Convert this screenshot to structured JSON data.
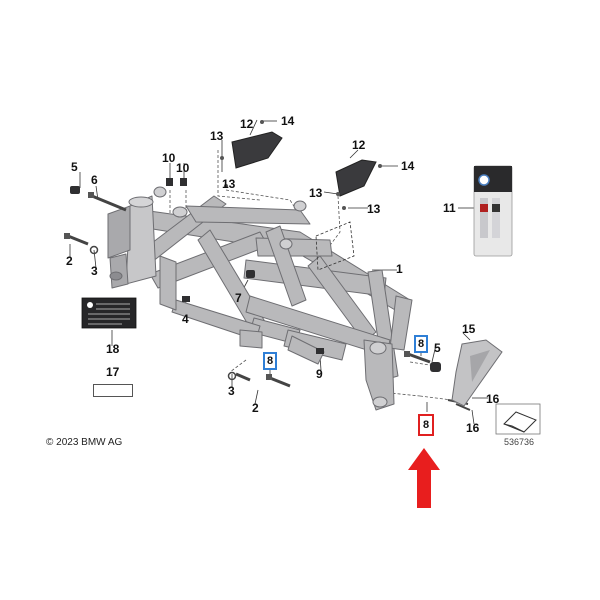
{
  "copyright": "© 2023 BMW AG",
  "diagram_id": "536736",
  "colors": {
    "frame": "#b9b9bb",
    "frame_dark": "#7d7d80",
    "highlight_blue": "#2f7fd6",
    "highlight_red": "#e02020",
    "arrow_red": "#e81e1e"
  },
  "part_labels": [
    {
      "key": "l1",
      "text": "1"
    },
    {
      "key": "l2a",
      "text": "2"
    },
    {
      "key": "l2b",
      "text": "2"
    },
    {
      "key": "l3a",
      "text": "3"
    },
    {
      "key": "l3b",
      "text": "3"
    },
    {
      "key": "l4",
      "text": "4"
    },
    {
      "key": "l5a",
      "text": "5"
    },
    {
      "key": "l5b",
      "text": "5"
    },
    {
      "key": "l6",
      "text": "6"
    },
    {
      "key": "l7",
      "text": "7"
    },
    {
      "key": "l9",
      "text": "9"
    },
    {
      "key": "l10a",
      "text": "10"
    },
    {
      "key": "l10b",
      "text": "10"
    },
    {
      "key": "l11",
      "text": "11"
    },
    {
      "key": "l12a",
      "text": "12"
    },
    {
      "key": "l12b",
      "text": "12"
    },
    {
      "key": "l13a",
      "text": "13"
    },
    {
      "key": "l13b",
      "text": "13"
    },
    {
      "key": "l13c",
      "text": "13"
    },
    {
      "key": "l13d",
      "text": "13"
    },
    {
      "key": "l14a",
      "text": "14"
    },
    {
      "key": "l14b",
      "text": "14"
    },
    {
      "key": "l15",
      "text": "15"
    },
    {
      "key": "l16a",
      "text": "16"
    },
    {
      "key": "l16b",
      "text": "16"
    },
    {
      "key": "l17",
      "text": "17"
    },
    {
      "key": "l18",
      "text": "18"
    }
  ],
  "highlighted_labels": [
    {
      "key": "h8a",
      "text": "8",
      "style": "blue"
    },
    {
      "key": "h8b",
      "text": "8",
      "style": "blue"
    },
    {
      "key": "h8c",
      "text": "8",
      "style": "red"
    }
  ]
}
